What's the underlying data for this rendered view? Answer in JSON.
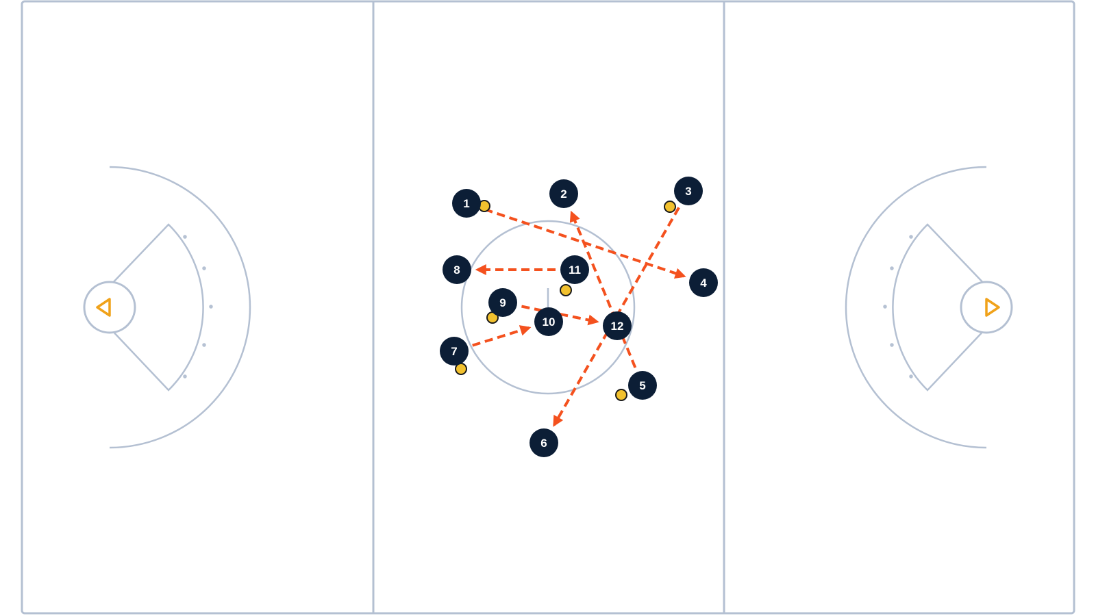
{
  "field": {
    "colors": {
      "lines": "#b4c0d2",
      "player": "#0c1e36",
      "player_text": "#ffffff",
      "ball": "#f2c12e",
      "pass_arrow": "#f4511e",
      "goal_icon": "#f0a21a"
    },
    "goals": [
      {
        "name": "left-goal",
        "icon": "triangle-left-icon"
      },
      {
        "name": "right-goal",
        "icon": "triangle-right-icon"
      }
    ]
  },
  "players": [
    {
      "id": "1",
      "label": "1"
    },
    {
      "id": "2",
      "label": "2"
    },
    {
      "id": "3",
      "label": "3"
    },
    {
      "id": "4",
      "label": "4"
    },
    {
      "id": "5",
      "label": "5"
    },
    {
      "id": "6",
      "label": "6"
    },
    {
      "id": "7",
      "label": "7"
    },
    {
      "id": "8",
      "label": "8"
    },
    {
      "id": "9",
      "label": "9"
    },
    {
      "id": "10",
      "label": "10"
    },
    {
      "id": "11",
      "label": "11"
    },
    {
      "id": "12",
      "label": "12"
    }
  ],
  "balls_with_players": [
    "1",
    "3",
    "5",
    "7",
    "9",
    "11"
  ],
  "passes": [
    {
      "from": "1",
      "to": "4"
    },
    {
      "from": "3",
      "to": "6"
    },
    {
      "from": "5",
      "to": "2"
    },
    {
      "from": "7",
      "to": "10"
    },
    {
      "from": "9",
      "to": "12"
    },
    {
      "from": "11",
      "to": "8"
    }
  ]
}
